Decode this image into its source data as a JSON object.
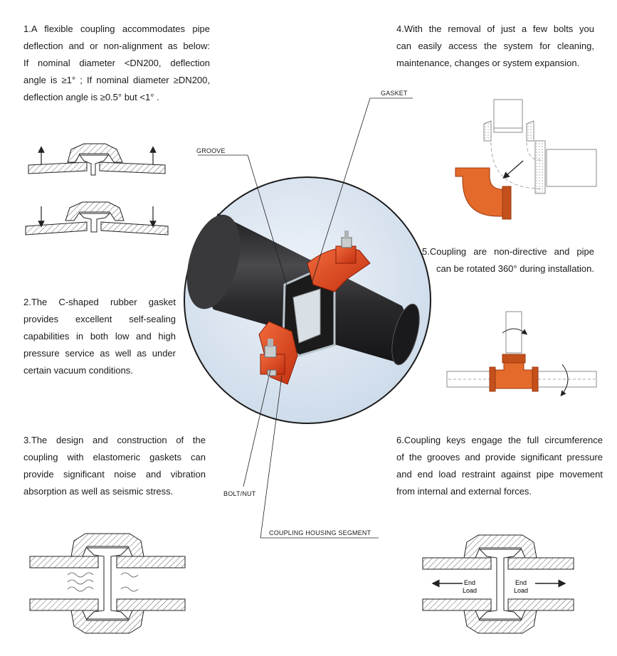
{
  "section1": {
    "lines": [
      "1.A flexible coupling accommodates pipe",
      "deflection and or non-alignment as below:",
      "If nominal diameter <DN200, deflection",
      "angle is ≥1° ; If nominal diameter ≥DN200,",
      "deflection angle is ≥0.5°  but <1° ."
    ]
  },
  "section2": {
    "lines": [
      "2.The C-shaped rubber gasket",
      "provides excellent self-sealing",
      "capabilities in both low and high",
      "pressure service as well as under",
      "certain vacuum conditions."
    ]
  },
  "section3": {
    "lines": [
      "3.The design and construction of the",
      "coupling with elastomeric gaskets can",
      "provide significant noise and vibration",
      "absorption as well as seismic stress."
    ]
  },
  "section4": {
    "lines": [
      "4.With the removal of just a few bolts you",
      "can easily access the system for cleaning,",
      "maintenance, changes or system expansion."
    ]
  },
  "section5": {
    "lines": [
      "5.Coupling are non-directive and pipe",
      "can be rotated 360°  during installation."
    ]
  },
  "section6": {
    "lines": [
      "6.Coupling keys engage the full circumference",
      "of the grooves and provide significant pressure",
      "and end load restraint against pipe movement",
      "from internal and external forces."
    ]
  },
  "callouts": {
    "gasket": "GASKET",
    "groove": "GROOVE",
    "bolt_nut": "BOLT/NUT",
    "housing": "COUPLING HOUSING SEGMENT"
  },
  "diagram6": {
    "left_label": [
      "End",
      "Load"
    ],
    "right_label": [
      "End",
      "Load"
    ]
  },
  "colors": {
    "coupling_red": "#e0461e",
    "pipe_dark": "#2e2e30",
    "circle_bg": "#d8e4f0",
    "fitting_orange": "#e36a2a"
  }
}
